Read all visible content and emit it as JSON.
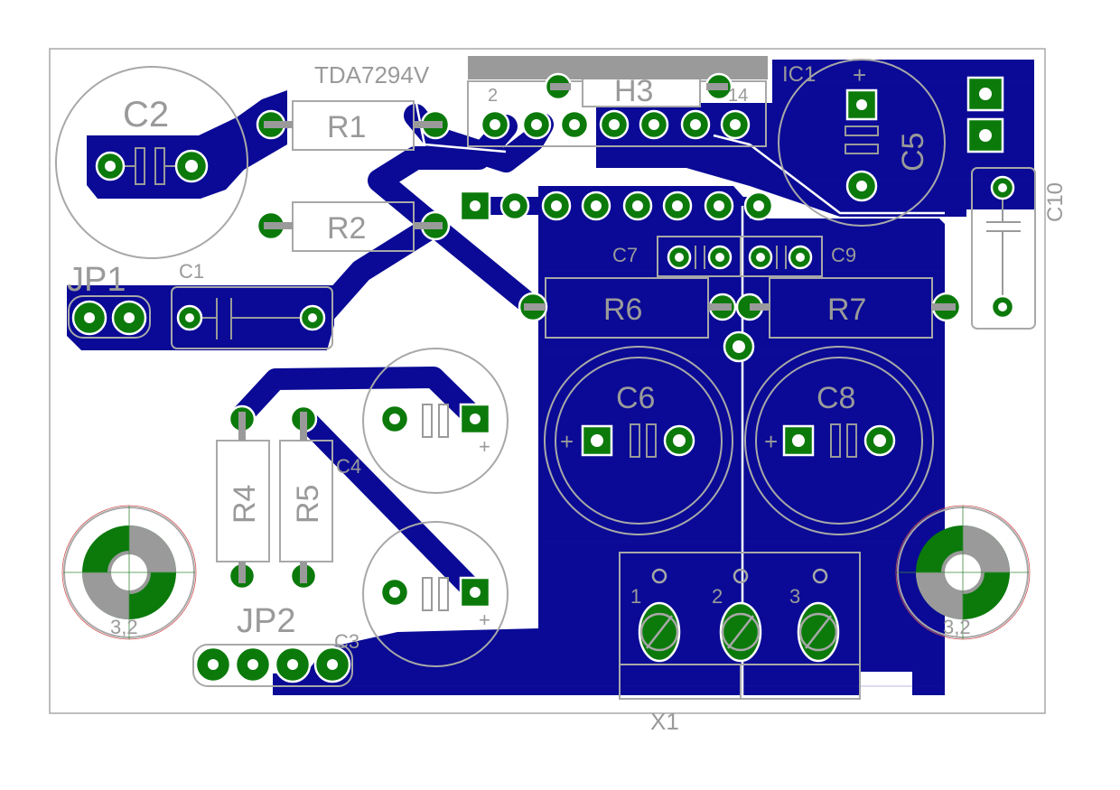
{
  "colors": {
    "copper": "#0a0a96",
    "pad": "#0b7a0b",
    "silkscreen": "#9a9a9a",
    "outline": "#a8a8a8",
    "background": "#ffffff"
  },
  "ic": {
    "name": "TDA7294V",
    "ref": "IC1",
    "pin_first": "2",
    "pin_last": "14",
    "heatsink": "H3"
  },
  "capacitors": {
    "c1": "C1",
    "c2": "C2",
    "c3": "C3",
    "c4": "C4",
    "c5": "C5",
    "c6": "C6",
    "c7": "C7",
    "c8": "C8",
    "c9": "C9",
    "c10": "C10"
  },
  "resistors": {
    "r1": "R1",
    "r2": "R2",
    "r4": "R4",
    "r5": "R5",
    "r6": "R6",
    "r7": "R7"
  },
  "jumpers": {
    "jp1": "JP1",
    "jp2": "JP2"
  },
  "terminal": {
    "ref": "X1",
    "pin1": "1",
    "pin2": "2",
    "pin3": "3"
  },
  "mounting_holes": {
    "left": "3,2",
    "right": "3,2"
  },
  "polarity": {
    "plus": "+"
  }
}
